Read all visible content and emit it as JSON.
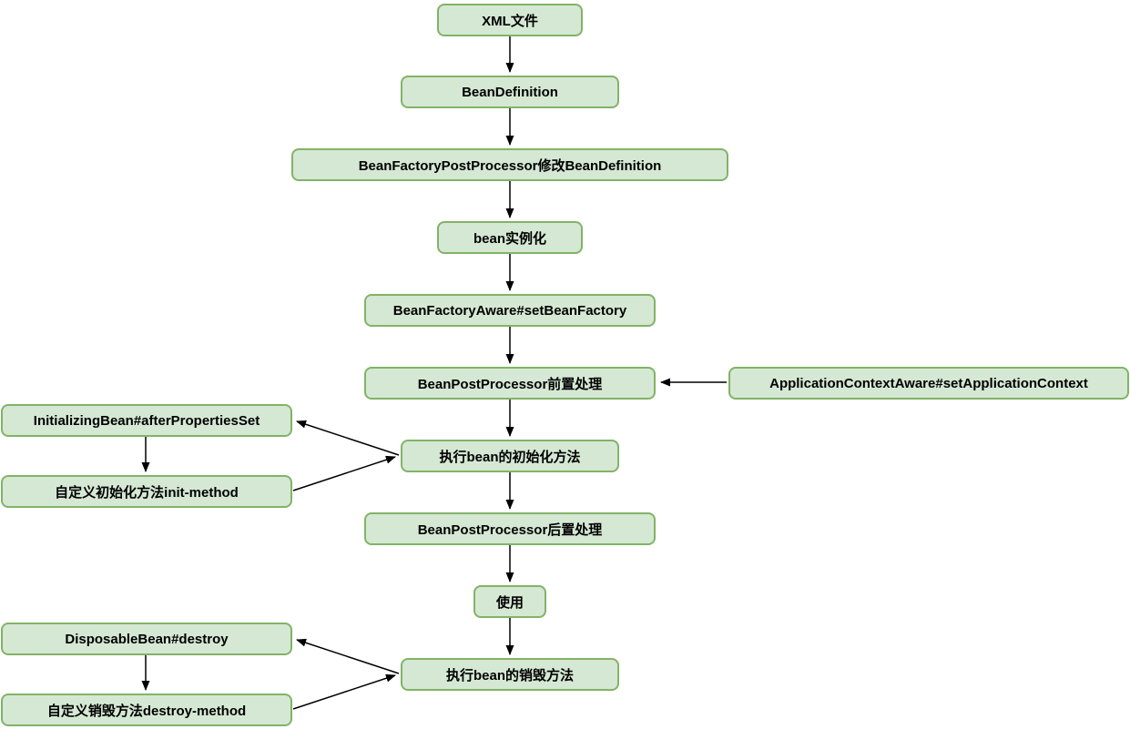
{
  "diagram": {
    "type": "flowchart",
    "topic": "bean-lifecycle",
    "colors": {
      "node_fill": "#d5e8d4",
      "node_border": "#82b366",
      "arrow": "#000000",
      "text": "#000000",
      "background": "#ffffff"
    },
    "nodes": {
      "xml_file": "XML文件",
      "bean_definition": "BeanDefinition",
      "bean_factory_post_processor": "BeanFactoryPostProcessor修改BeanDefinition",
      "bean_instantiation": "bean实例化",
      "bean_factory_aware": "BeanFactoryAware#setBeanFactory",
      "bean_post_processor_before": "BeanPostProcessor前置处理",
      "application_context_aware": "ApplicationContextAware#setApplicationContext",
      "initializing_bean": "InitializingBean#afterPropertiesSet",
      "custom_init_method": "自定义初始化方法init-method",
      "exec_init_methods": "执行bean的初始化方法",
      "bean_post_processor_after": "BeanPostProcessor后置处理",
      "use": "使用",
      "disposable_bean": "DisposableBean#destroy",
      "custom_destroy_method": "自定义销毁方法destroy-method",
      "exec_destroy_methods": "执行bean的销毁方法"
    },
    "edges": [
      {
        "from": "xml_file",
        "to": "bean_definition"
      },
      {
        "from": "bean_definition",
        "to": "bean_factory_post_processor"
      },
      {
        "from": "bean_factory_post_processor",
        "to": "bean_instantiation"
      },
      {
        "from": "bean_instantiation",
        "to": "bean_factory_aware"
      },
      {
        "from": "bean_factory_aware",
        "to": "bean_post_processor_before"
      },
      {
        "from": "application_context_aware",
        "to": "bean_post_processor_before"
      },
      {
        "from": "bean_post_processor_before",
        "to": "exec_init_methods"
      },
      {
        "from": "exec_init_methods",
        "to": "initializing_bean"
      },
      {
        "from": "initializing_bean",
        "to": "custom_init_method"
      },
      {
        "from": "custom_init_method",
        "to": "exec_init_methods"
      },
      {
        "from": "exec_init_methods",
        "to": "bean_post_processor_after"
      },
      {
        "from": "bean_post_processor_after",
        "to": "use"
      },
      {
        "from": "use",
        "to": "exec_destroy_methods"
      },
      {
        "from": "exec_destroy_methods",
        "to": "disposable_bean"
      },
      {
        "from": "disposable_bean",
        "to": "custom_destroy_method"
      },
      {
        "from": "custom_destroy_method",
        "to": "exec_destroy_methods"
      }
    ]
  }
}
